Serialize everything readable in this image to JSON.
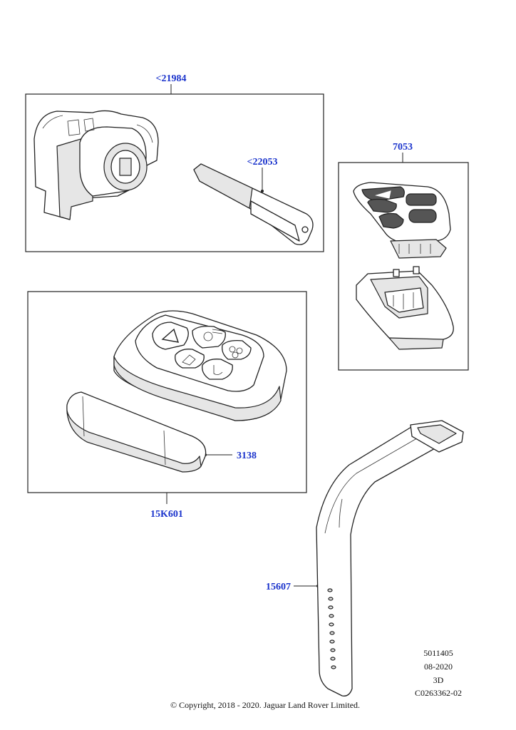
{
  "callouts": {
    "ignition_switch": "<21984",
    "key_blade": "<22053",
    "remote_case": "7053",
    "smart_key": "15K601",
    "emergency_key": "3138",
    "wrist_strap": "15607"
  },
  "meta": {
    "line1": "5011405",
    "line2": "08-2020",
    "line3": "3D",
    "line4": "C0263362-02"
  },
  "copyright": "© Copyright, 2018 - 2020. Jaguar Land Rover Limited."
}
